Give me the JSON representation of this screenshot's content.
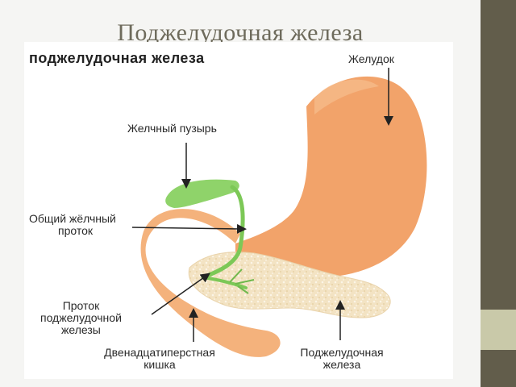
{
  "slide": {
    "title": "Поджелудочная железа"
  },
  "figure": {
    "heading": "поджелудочная железа",
    "labels": {
      "stomach": "Желудок",
      "gallbladder": "Желчный пузырь",
      "common_bile_duct_line1": "Общий жёлчный",
      "common_bile_duct_line2": "проток",
      "pancreatic_duct_line1": "Проток",
      "pancreatic_duct_line2": "поджелудочной",
      "pancreatic_duct_line3": "железы",
      "duodenum_line1": "Двенадцатиперстная",
      "duodenum_line2": "кишка",
      "pancreas_line1": "Поджелудочная",
      "pancreas_line2": "железа"
    }
  },
  "colors": {
    "stomach": "#f2a36a",
    "duodenum": "#f4b27c",
    "pancreas": "#f3e2c0",
    "gallbladder": "#8fd36a",
    "sidebar_dark": "#625d4b",
    "sidebar_light": "#c9c9a9"
  }
}
